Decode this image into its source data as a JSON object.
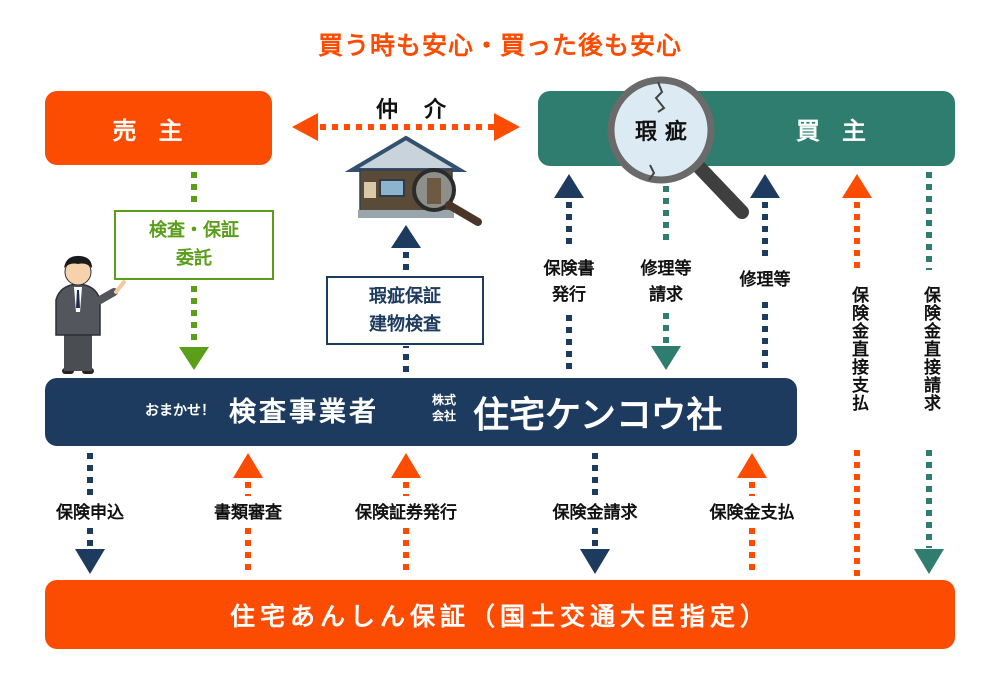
{
  "headline": "買う時も安心・買った後も安心",
  "seller": {
    "label": "売主"
  },
  "buyer": {
    "label": "買主"
  },
  "broker": {
    "label": "仲介"
  },
  "defect_magnifier": {
    "label": "瑕 疵"
  },
  "commission_box": {
    "line1": "検査・保証",
    "line2": "委託"
  },
  "inspection_box": {
    "line1": "瑕疵保証",
    "line2": "建物検査"
  },
  "inspector_bar": {
    "tagline": "おまかせ！",
    "role": "検査事業者",
    "corp_line1": "株式",
    "corp_line2": "会社",
    "company": "住宅ケンコウ社"
  },
  "guarantor_bar": {
    "label": "住宅あんしん保証（国土交通大臣指定）"
  },
  "upper_flows": [
    {
      "line1": "保険書",
      "line2": "発行",
      "direction": "up",
      "color": "#1d3a5f"
    },
    {
      "line1": "修理等",
      "line2": "請求",
      "direction": "down",
      "color": "#2e7d6e"
    },
    {
      "line1": "修理等",
      "line2": "",
      "direction": "up",
      "color": "#1d3a5f"
    }
  ],
  "direct_flows": [
    {
      "label": "保険金直接支払",
      "direction": "up",
      "color": "#fc4c02"
    },
    {
      "label": "保険金直接請求",
      "direction": "down",
      "color": "#2e7d6e"
    }
  ],
  "lower_flows": [
    {
      "label": "保険申込",
      "direction": "down",
      "color": "#1d3a5f"
    },
    {
      "label": "書類審査",
      "direction": "up",
      "color": "#fc4c02"
    },
    {
      "label": "保険証券発行",
      "direction": "up",
      "color": "#fc4c02"
    },
    {
      "label": "保険金請求",
      "direction": "down",
      "color": "#1d3a5f"
    },
    {
      "label": "保険金支払",
      "direction": "up",
      "color": "#fc4c02"
    }
  ],
  "colors": {
    "orange": "#fc4c02",
    "teal": "#2e7d6e",
    "navy": "#1d3a5f",
    "green": "#5a9e1a"
  }
}
